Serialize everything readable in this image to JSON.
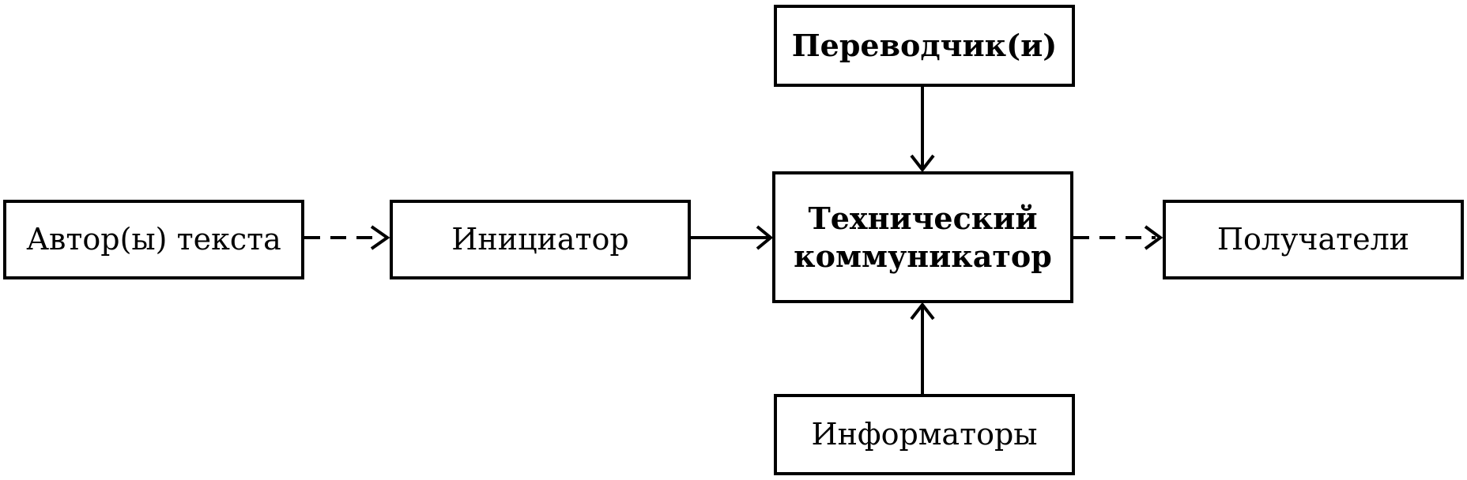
{
  "nodes": {
    "author": {
      "label": "Автор(ы) текста"
    },
    "initiator": {
      "label": "Инициатор"
    },
    "translator": {
      "label": "Переводчик(и)"
    },
    "technical_communicator": {
      "label": "Технический\nкоммуникатор"
    },
    "informers": {
      "label": "Информаторы"
    },
    "recipients": {
      "label": "Получатели"
    }
  },
  "edges": [
    {
      "from": "author",
      "to": "initiator",
      "style": "dashed"
    },
    {
      "from": "initiator",
      "to": "technical_communicator",
      "style": "solid"
    },
    {
      "from": "translator",
      "to": "technical_communicator",
      "style": "solid"
    },
    {
      "from": "informers",
      "to": "technical_communicator",
      "style": "solid"
    },
    {
      "from": "technical_communicator",
      "to": "recipients",
      "style": "dashed"
    }
  ],
  "colors": {
    "stroke": "#000000",
    "background": "#ffffff"
  }
}
